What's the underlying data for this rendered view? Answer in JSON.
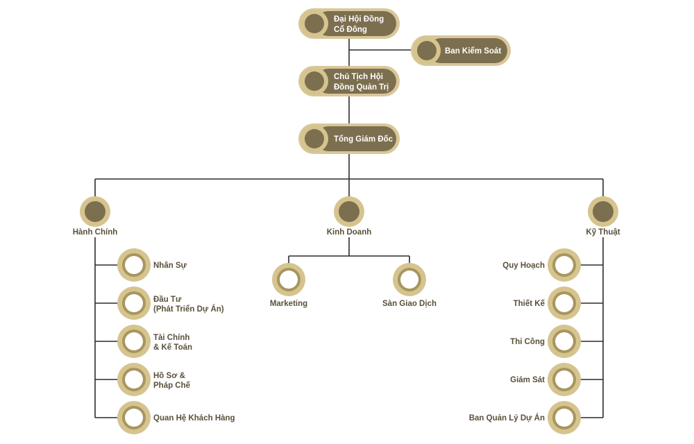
{
  "top_nodes": {
    "shareholders": {
      "line1": "Đại Hội Đồng",
      "line2": "Cổ Đông"
    },
    "supervisory": {
      "line1": "Ban Kiểm Soát"
    },
    "chairman": {
      "line1": "Chủ Tịch Hội",
      "line2": "Đồng Quản Trị"
    },
    "ceo": {
      "line1": "Tổng Giám Đốc"
    }
  },
  "divisions": {
    "admin": "Hành Chính",
    "business": "Kinh Doanh",
    "technical": "Kỹ Thuật"
  },
  "admin_units": [
    {
      "line1": "Nhân Sự"
    },
    {
      "line1": "Đầu Tư",
      "line2": "(Phát Triển Dự Án)"
    },
    {
      "line1": "Tài Chính",
      "line2": "& Kế Toán"
    },
    {
      "line1": "Hồ Sơ &",
      "line2": "Pháp Chế"
    },
    {
      "line1": "Quan Hệ Khách Hàng"
    }
  ],
  "business_units": [
    {
      "line1": "Marketing"
    },
    {
      "line1": "Sàn Giao Dịch"
    }
  ],
  "technical_units": [
    {
      "line1": "Quy Hoạch"
    },
    {
      "line1": "Thiết Kế"
    },
    {
      "line1": "Thi Công"
    },
    {
      "line1": "Giám Sát"
    },
    {
      "line1": "Ban Quản Lý Dự Án"
    }
  ],
  "colors": {
    "gold_light": "#d9c79a",
    "gold_mid": "#a8955f",
    "bronze": "#7c6f4f",
    "line": "#2a2a2a",
    "label": "#5a4f3a"
  },
  "icon": "logo-mark-icon"
}
